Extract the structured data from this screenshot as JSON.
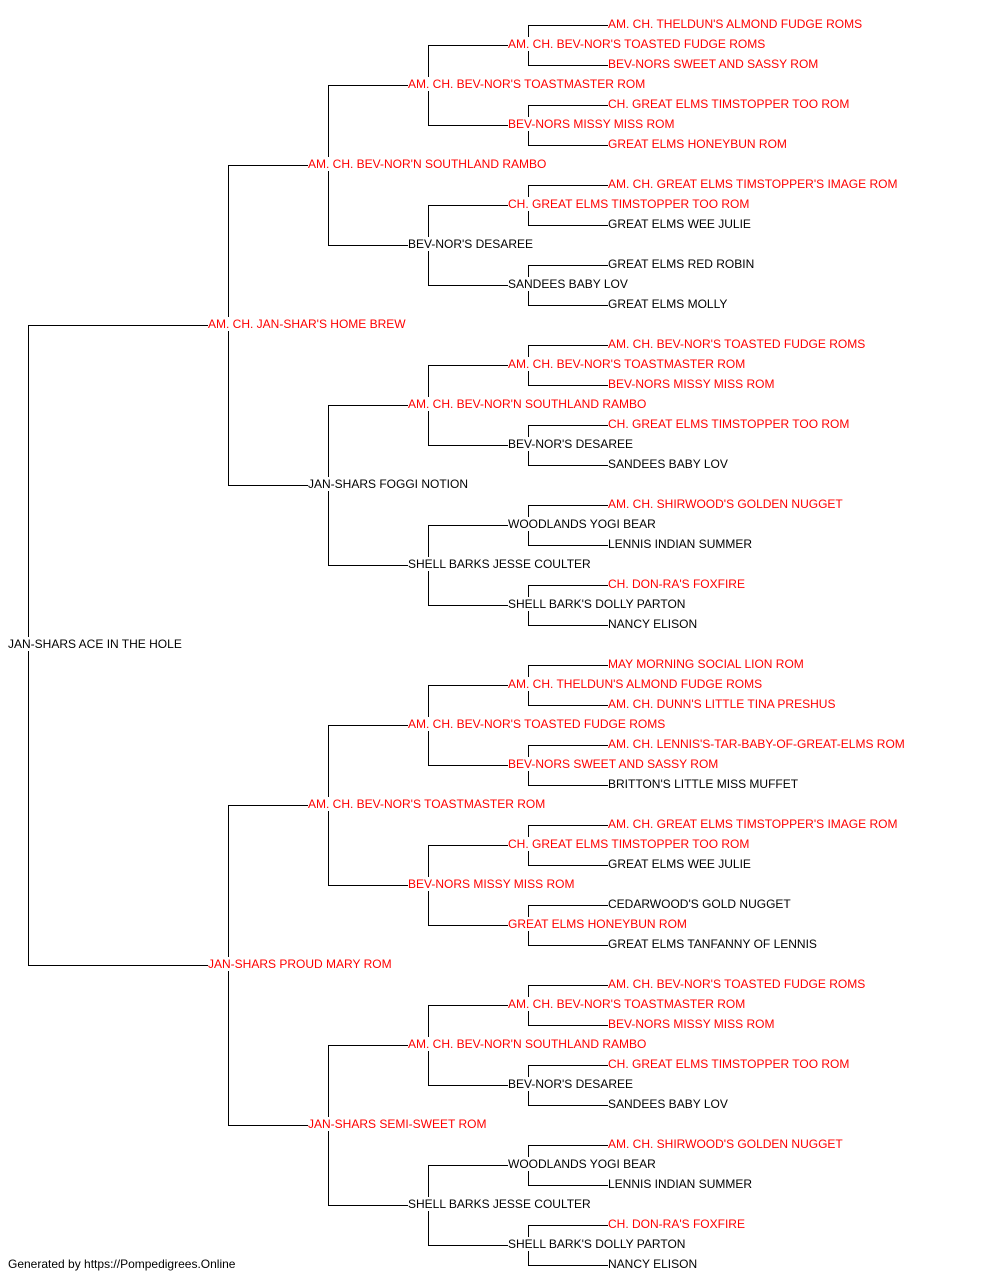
{
  "colors": {
    "highlight": "#ff0000",
    "normal": "#000000",
    "line": "#000000"
  },
  "footer": "Generated by https://Pompedigrees.Online",
  "tree": {
    "name": "JAN-SHARS ACE IN THE HOLE",
    "hl": false,
    "sire": {
      "name": "AM. CH. JAN-SHAR'S HOME BREW",
      "hl": true,
      "sire": {
        "name": "AM. CH. BEV-NOR'N SOUTHLAND RAMBO",
        "hl": true,
        "sire": {
          "name": "AM. CH. BEV-NOR'S TOASTMASTER ROM",
          "hl": true,
          "sire": {
            "name": "AM. CH. BEV-NOR'S TOASTED FUDGE ROMS",
            "hl": true,
            "sire": {
              "name": "AM. CH. THELDUN'S ALMOND FUDGE ROMS",
              "hl": true
            },
            "dam": {
              "name": "BEV-NORS SWEET AND SASSY ROM",
              "hl": true
            }
          },
          "dam": {
            "name": "BEV-NORS MISSY MISS ROM",
            "hl": true,
            "sire": {
              "name": "CH. GREAT ELMS TIMSTOPPER TOO ROM",
              "hl": true
            },
            "dam": {
              "name": "GREAT ELMS HONEYBUN ROM",
              "hl": true
            }
          }
        },
        "dam": {
          "name": "BEV-NOR'S DESAREE",
          "hl": false,
          "sire": {
            "name": "CH. GREAT ELMS TIMSTOPPER TOO ROM",
            "hl": true,
            "sire": {
              "name": "AM. CH. GREAT ELMS TIMSTOPPER'S IMAGE ROM",
              "hl": true
            },
            "dam": {
              "name": "GREAT ELMS WEE JULIE",
              "hl": false
            }
          },
          "dam": {
            "name": "SANDEES BABY LOV",
            "hl": false,
            "sire": {
              "name": "GREAT ELMS RED ROBIN",
              "hl": false
            },
            "dam": {
              "name": "GREAT ELMS MOLLY",
              "hl": false
            }
          }
        }
      },
      "dam": {
        "name": "JAN-SHARS FOGGI NOTION",
        "hl": false,
        "sire": {
          "name": "AM. CH. BEV-NOR'N SOUTHLAND RAMBO",
          "hl": true,
          "sire": {
            "name": "AM. CH. BEV-NOR'S TOASTMASTER ROM",
            "hl": true,
            "sire": {
              "name": "AM. CH. BEV-NOR'S TOASTED FUDGE ROMS",
              "hl": true
            },
            "dam": {
              "name": "BEV-NORS MISSY MISS ROM",
              "hl": true
            }
          },
          "dam": {
            "name": "BEV-NOR'S DESAREE",
            "hl": false,
            "sire": {
              "name": "CH. GREAT ELMS TIMSTOPPER TOO ROM",
              "hl": true
            },
            "dam": {
              "name": "SANDEES BABY LOV",
              "hl": false
            }
          }
        },
        "dam": {
          "name": "SHELL BARKS JESSE COULTER",
          "hl": false,
          "sire": {
            "name": "WOODLANDS YOGI BEAR",
            "hl": false,
            "sire": {
              "name": "AM. CH. SHIRWOOD'S GOLDEN NUGGET",
              "hl": true
            },
            "dam": {
              "name": "LENNIS INDIAN SUMMER",
              "hl": false
            }
          },
          "dam": {
            "name": "SHELL BARK'S DOLLY PARTON",
            "hl": false,
            "sire": {
              "name": "CH. DON-RA'S FOXFIRE",
              "hl": true
            },
            "dam": {
              "name": "NANCY ELISON",
              "hl": false
            }
          }
        }
      }
    },
    "dam": {
      "name": "JAN-SHARS PROUD MARY ROM",
      "hl": true,
      "sire": {
        "name": "AM. CH. BEV-NOR'S TOASTMASTER ROM",
        "hl": true,
        "sire": {
          "name": "AM. CH. BEV-NOR'S TOASTED FUDGE ROMS",
          "hl": true,
          "sire": {
            "name": "AM. CH. THELDUN'S ALMOND FUDGE ROMS",
            "hl": true,
            "sire": {
              "name": "MAY MORNING SOCIAL LION ROM",
              "hl": true
            },
            "dam": {
              "name": "AM. CH. DUNN'S LITTLE TINA PRESHUS",
              "hl": true
            }
          },
          "dam": {
            "name": "BEV-NORS SWEET AND SASSY ROM",
            "hl": true,
            "sire": {
              "name": "AM. CH. LENNIS'S-TAR-BABY-OF-GREAT-ELMS ROM",
              "hl": true
            },
            "dam": {
              "name": "BRITTON'S LITTLE MISS MUFFET",
              "hl": false
            }
          }
        },
        "dam": {
          "name": "BEV-NORS MISSY MISS ROM",
          "hl": true,
          "sire": {
            "name": "CH. GREAT ELMS TIMSTOPPER TOO ROM",
            "hl": true,
            "sire": {
              "name": "AM. CH. GREAT ELMS TIMSTOPPER'S IMAGE ROM",
              "hl": true
            },
            "dam": {
              "name": "GREAT ELMS WEE JULIE",
              "hl": false
            }
          },
          "dam": {
            "name": "GREAT ELMS HONEYBUN ROM",
            "hl": true,
            "sire": {
              "name": "CEDARWOOD'S GOLD NUGGET",
              "hl": false
            },
            "dam": {
              "name": "GREAT ELMS TANFANNY OF LENNIS",
              "hl": false
            }
          }
        }
      },
      "dam": {
        "name": "JAN-SHARS SEMI-SWEET ROM",
        "hl": true,
        "sire": {
          "name": "AM. CH. BEV-NOR'N SOUTHLAND RAMBO",
          "hl": true,
          "sire": {
            "name": "AM. CH. BEV-NOR'S TOASTMASTER ROM",
            "hl": true,
            "sire": {
              "name": "AM. CH. BEV-NOR'S TOASTED FUDGE ROMS",
              "hl": true
            },
            "dam": {
              "name": "BEV-NORS MISSY MISS ROM",
              "hl": true
            }
          },
          "dam": {
            "name": "BEV-NOR'S DESAREE",
            "hl": false,
            "sire": {
              "name": "CH. GREAT ELMS TIMSTOPPER TOO ROM",
              "hl": true
            },
            "dam": {
              "name": "SANDEES BABY LOV",
              "hl": false
            }
          }
        },
        "dam": {
          "name": "SHELL BARKS JESSE COULTER",
          "hl": false,
          "sire": {
            "name": "WOODLANDS YOGI BEAR",
            "hl": false,
            "sire": {
              "name": "AM. CH. SHIRWOOD'S GOLDEN NUGGET",
              "hl": true
            },
            "dam": {
              "name": "LENNIS INDIAN SUMMER",
              "hl": false
            }
          },
          "dam": {
            "name": "SHELL BARK'S DOLLY PARTON",
            "hl": false,
            "sire": {
              "name": "CH. DON-RA'S FOXFIRE",
              "hl": true
            },
            "dam": {
              "name": "NANCY ELISON",
              "hl": false
            }
          }
        }
      }
    }
  }
}
